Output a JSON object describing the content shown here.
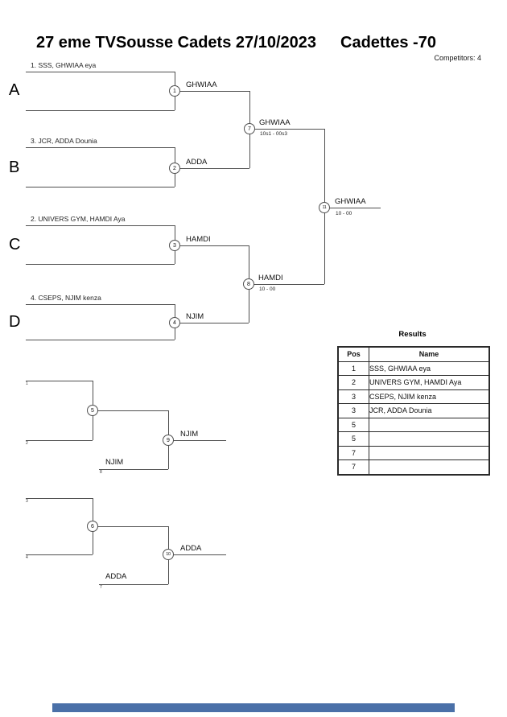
{
  "header": {
    "title": "27 eme TVSousse Cadets  27/10/2023",
    "category": "Cadettes -70",
    "competitors_label": "Competitors: 4"
  },
  "bracket": {
    "sections": [
      {
        "letter": "A",
        "entry": "1. SSS, GHWIAA eya"
      },
      {
        "letter": "B",
        "entry": "3. JCR, ADDA Dounia"
      },
      {
        "letter": "C",
        "entry": "2. UNIVERS GYM, HAMDI Aya"
      },
      {
        "letter": "D",
        "entry": "4. CSEPS, NJIM kenza"
      }
    ],
    "nodes": {
      "n1": "1",
      "n2": "2",
      "n3": "3",
      "n4": "4",
      "n5": "5",
      "n6": "6",
      "n7": "7",
      "n8": "8",
      "n9": "9",
      "n10": "10",
      "n11": "11"
    },
    "matches": {
      "m1": {
        "winner": "GHWIAA"
      },
      "m2": {
        "winner": "ADDA"
      },
      "m3": {
        "winner": "HAMDI"
      },
      "m4": {
        "winner": "NJIM"
      },
      "m7": {
        "winner": "GHWIAA",
        "score": "10s1 - 00s3"
      },
      "m8": {
        "winner": "HAMDI",
        "score": "10 - 00"
      },
      "m11": {
        "winner": "GHWIAA",
        "score": "10 - 00"
      }
    }
  },
  "repechage": {
    "seed_1": "1",
    "seed_2": "2",
    "seed_3": "3",
    "seed_4": "4",
    "feeder_seed_8": "8",
    "feeder_seed_7": "7",
    "feeder_9": "NJIM",
    "winner_9": "NJIM",
    "feeder_10": "ADDA",
    "winner_10": "ADDA"
  },
  "results": {
    "title": "Results",
    "headers": {
      "pos": "Pos",
      "name": "Name"
    },
    "rows": [
      {
        "pos": "1",
        "name": "SSS, GHWIAA eya"
      },
      {
        "pos": "2",
        "name": "UNIVERS GYM, HAMDI Aya"
      },
      {
        "pos": "3",
        "name": "CSEPS, NJIM kenza"
      },
      {
        "pos": "3",
        "name": "JCR, ADDA Dounia"
      },
      {
        "pos": "5",
        "name": ""
      },
      {
        "pos": "5",
        "name": ""
      },
      {
        "pos": "7",
        "name": ""
      },
      {
        "pos": "7",
        "name": ""
      }
    ]
  },
  "colors": {
    "line": "#4f4f4f",
    "footer_bar": "#4a70a8"
  }
}
